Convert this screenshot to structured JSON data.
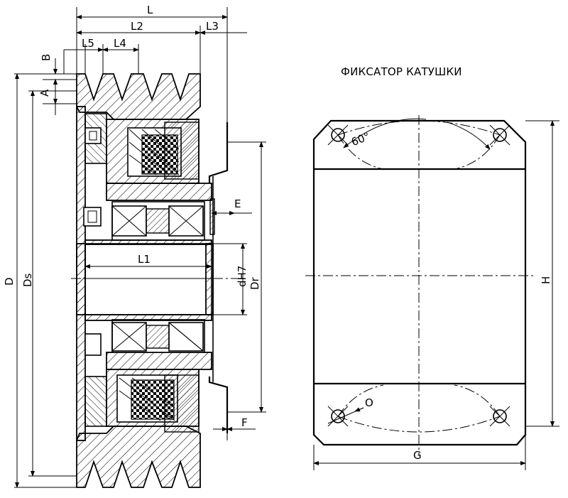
{
  "title": "ФИКСАТОР КАТУШКИ",
  "left_view": {
    "dimensions": {
      "L": "L",
      "L2": "L2",
      "L3": "L3",
      "L5": "L5",
      "L4": "L4",
      "B": "B",
      "A": "A",
      "E": "E",
      "L1": "L1",
      "dH7": "dH7",
      "Dr": "Dr",
      "D": "D",
      "Ds": "Ds",
      "F": "F"
    }
  },
  "right_view": {
    "angle_label": "60°",
    "dimensions": {
      "H": "H",
      "G": "G",
      "O": "O"
    }
  }
}
